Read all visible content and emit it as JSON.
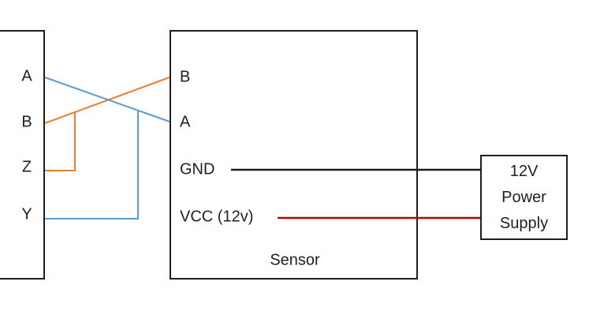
{
  "diagram": {
    "left_device": {
      "terminals": {
        "a": "A",
        "b": "B",
        "z": "Z",
        "y": "Y"
      }
    },
    "sensor": {
      "title": "Sensor",
      "terminals": {
        "b": "B",
        "a": "A",
        "gnd": "GND",
        "vcc": "VCC (12v)"
      }
    },
    "power_supply": {
      "line1": "12V",
      "line2": "Power",
      "line3": "Supply"
    },
    "colors": {
      "wire_blue": "#5B9BD5",
      "wire_orange": "#ED7D31",
      "wire_red": "#C00000",
      "wire_black": "#1a1a1a",
      "box_border": "#1F1F1F",
      "text": "#1F1F1F"
    }
  }
}
